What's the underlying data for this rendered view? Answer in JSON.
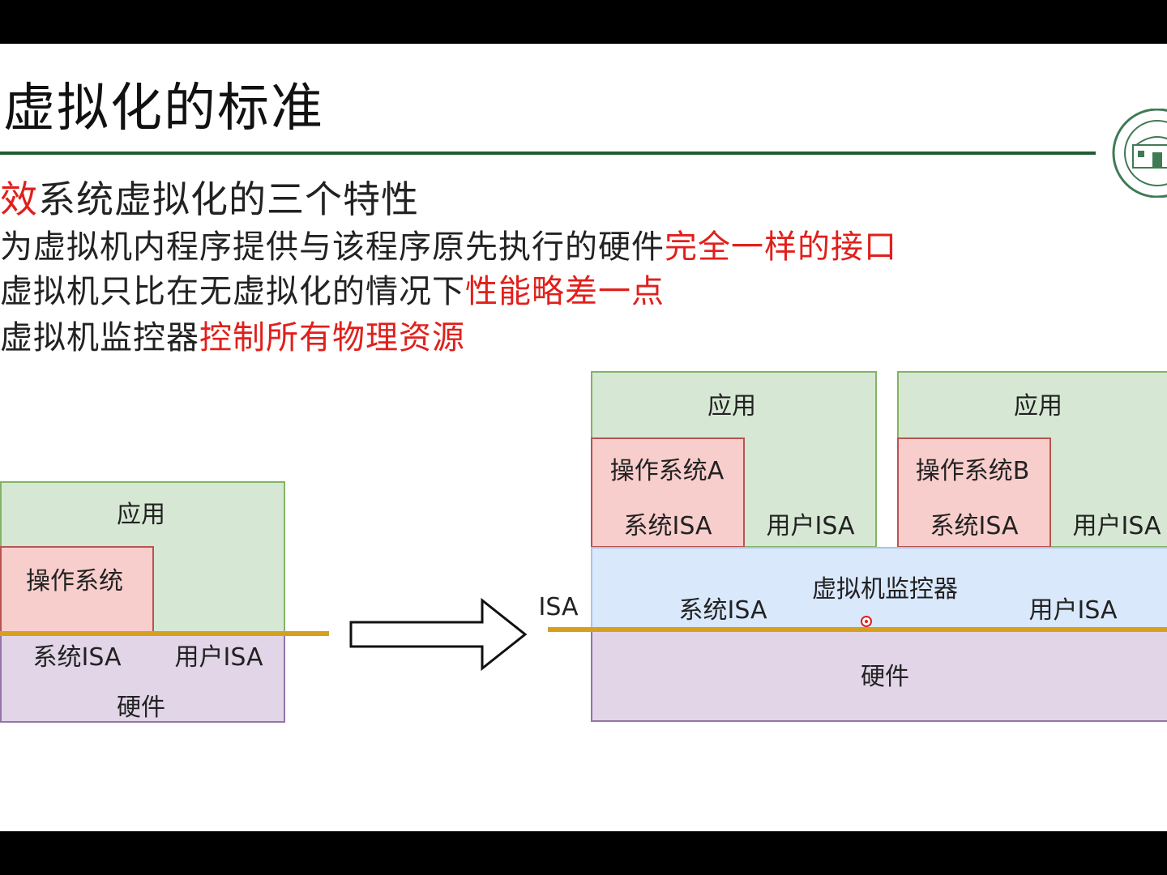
{
  "slide": {
    "title": "虚拟化的标准",
    "bullets": [
      {
        "parts": [
          {
            "text": "效",
            "red": true
          },
          {
            "text": "系统虚拟化的三个特性",
            "red": false
          }
        ]
      },
      {
        "parts": [
          {
            "text": "为虚拟机内程序提供与该程序原先执行的硬件",
            "red": false
          },
          {
            "text": "完全一样的接口",
            "red": true
          }
        ]
      },
      {
        "parts": [
          {
            "text": "虚拟机只比在无虚拟化的情况下",
            "red": false
          },
          {
            "text": "性能略差一点",
            "red": true
          }
        ]
      },
      {
        "parts": [
          {
            "text": "虚拟机监控器",
            "red": false
          },
          {
            "text": "控制所有物理资源",
            "red": true
          }
        ]
      }
    ]
  },
  "diagram_left": {
    "app": "应用",
    "os": "操作系统",
    "system_isa": "系统ISA",
    "user_isa": "用户ISA",
    "hardware": "硬件"
  },
  "diagram_right": {
    "isa_label": "ISA",
    "vm_a": {
      "app": "应用",
      "os": "操作系统A",
      "system_isa": "系统ISA",
      "user_isa": "用户ISA"
    },
    "vm_b": {
      "app": "应用",
      "os": "操作系统B",
      "system_isa": "系统ISA",
      "user_isa": "用户ISA"
    },
    "vmm": {
      "label": "虚拟机监控器",
      "system_isa": "系统ISA",
      "user_isa": "用户ISA"
    },
    "hardware": "硬件"
  },
  "colors": {
    "accent_red": "#e0201c",
    "title_rule": "#1f5c34",
    "isa_line": "#d6a01e",
    "app_fill": "#d6e8d4",
    "os_fill": "#f8cecc",
    "hardware_fill": "#e1d5e7",
    "vmm_fill": "#dae8fc"
  }
}
